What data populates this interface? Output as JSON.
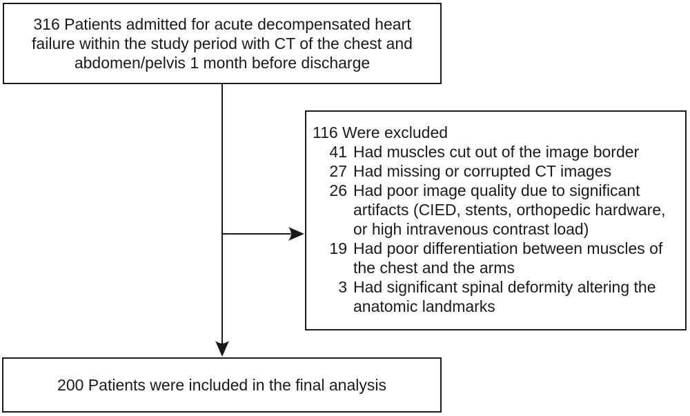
{
  "canvas": {
    "background": "#ffffff",
    "line_color": "#1a1a1a"
  },
  "flowchart": {
    "top_box": {
      "text": "316 Patients admitted for acute decompensated heart\nfailure within the study period with CT of the chest and\nabdomen/pelvis 1 month before discharge"
    },
    "exclusion_box": {
      "header": "116 Were excluded",
      "items": [
        {
          "num": "41",
          "text": "Had muscles cut out of the image border"
        },
        {
          "num": "27",
          "text": "Had missing or corrupted CT images"
        },
        {
          "num": "26",
          "text": "Had poor image quality due to significant\nartifacts (CIED, stents, orthopedic hardware,\nor high intravenous contrast load)"
        },
        {
          "num": "19",
          "text": "Had poor differentiation between muscles of\nthe chest and the arms"
        },
        {
          "num": "3",
          "text": "Had significant spinal deformity altering the\nanatomic landmarks"
        }
      ]
    },
    "bottom_box": {
      "text": "200 Patients were included in the final analysis"
    }
  }
}
